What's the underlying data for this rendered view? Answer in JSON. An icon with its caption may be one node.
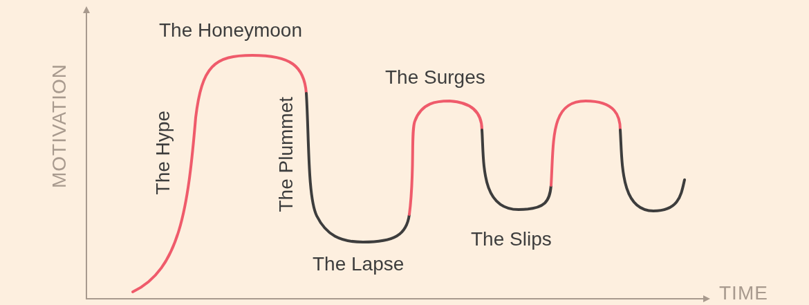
{
  "diagram": {
    "labels": [
      "The Honeymoon",
      "The Surges",
      "MOTIVATION",
      "The Hype",
      "The Plummet",
      "The Slips",
      "The Lapse",
      "TIME"
    ]
  }
}
